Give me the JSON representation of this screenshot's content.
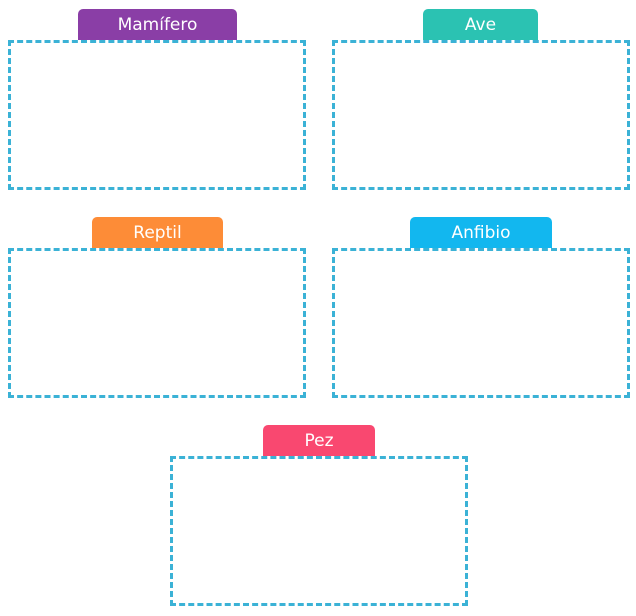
{
  "categories": [
    {
      "id": "mamifero",
      "label": "Mamífero",
      "color": "#8a3ea6"
    },
    {
      "id": "ave",
      "label": "Ave",
      "color": "#2bc2b2"
    },
    {
      "id": "reptil",
      "label": "Reptil",
      "color": "#fd8c37"
    },
    {
      "id": "anfibio",
      "label": "Anfibio",
      "color": "#12b7ef"
    },
    {
      "id": "pez",
      "label": "Pez",
      "color": "#f94870"
    }
  ],
  "drop_zone_border_color": "#3bb2d6"
}
